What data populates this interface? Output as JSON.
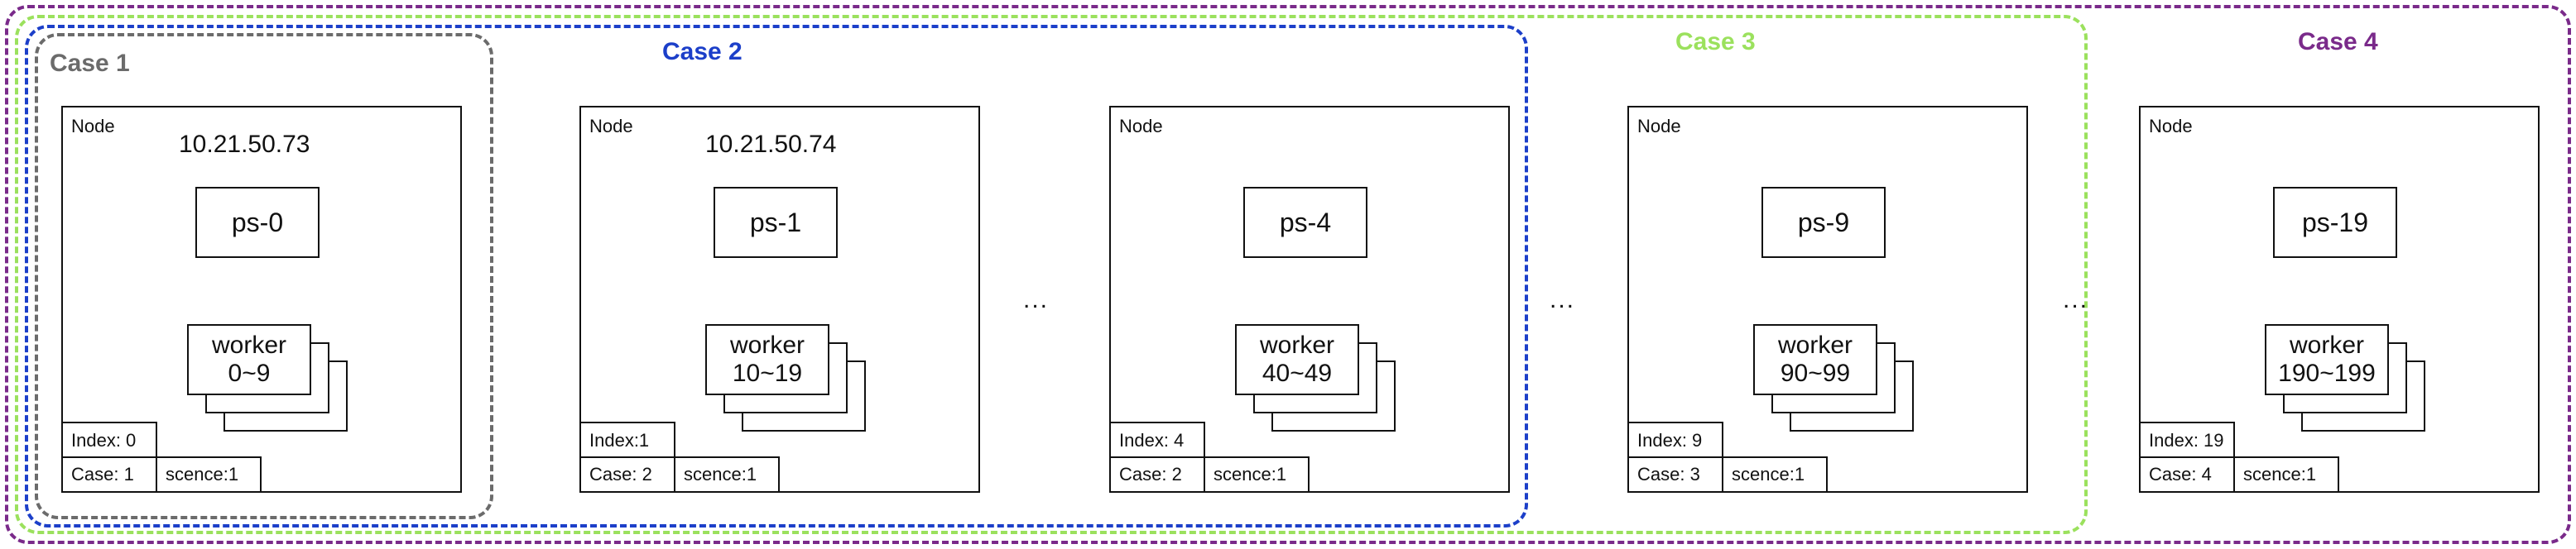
{
  "cases": [
    {
      "title": "Case 1",
      "color": "#6b6b6b"
    },
    {
      "title": "Case 2",
      "color": "#1c3fc9"
    },
    {
      "title": "Case 3",
      "color": "#9be15d"
    },
    {
      "title": "Case 4",
      "color": "#7a2a8a"
    }
  ],
  "nodes": [
    {
      "label": "Node",
      "ip": "10.21.50.73",
      "ps": "ps-0",
      "worker_title": "worker",
      "worker_range": "0~9",
      "index": "Index: 0",
      "case": "Case: 1",
      "scence": "scence:1"
    },
    {
      "label": "Node",
      "ip": "10.21.50.74",
      "ps": "ps-1",
      "worker_title": "worker",
      "worker_range": "10~19",
      "index": "Index:1",
      "case": "Case: 2",
      "scence": "scence:1"
    },
    {
      "label": "Node",
      "ip": "",
      "ps": "ps-4",
      "worker_title": "worker",
      "worker_range": "40~49",
      "index": "Index: 4",
      "case": "Case: 2",
      "scence": "scence:1"
    },
    {
      "label": "Node",
      "ip": "",
      "ps": "ps-9",
      "worker_title": "worker",
      "worker_range": "90~99",
      "index": "Index: 9",
      "case": "Case: 3",
      "scence": "scence:1"
    },
    {
      "label": "Node",
      "ip": "",
      "ps": "ps-19",
      "worker_title": "worker",
      "worker_range": "190~199",
      "index": "Index: 19",
      "case": "Case: 4",
      "scence": "scence:1"
    }
  ],
  "ellipsis": [
    "...",
    "...",
    "..."
  ]
}
